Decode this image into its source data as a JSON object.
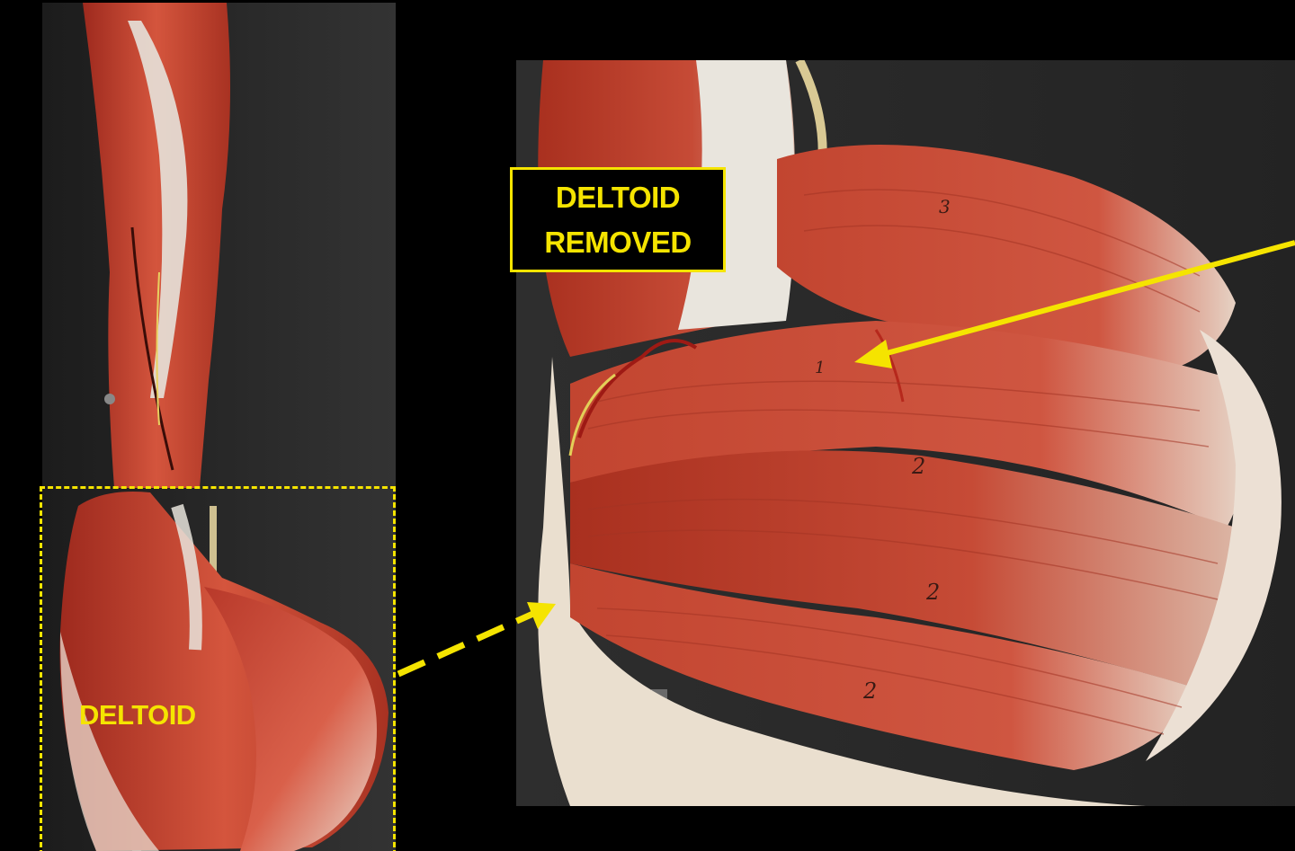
{
  "labels": {
    "deltoid_removed_line1": "DELTOID",
    "deltoid_removed_line2": "REMOVED",
    "deltoid": "DELTOID"
  },
  "colors": {
    "annotation_yellow": "#f5e400",
    "background": "#000000",
    "photo_background": "#2a2a2a",
    "muscle_red": "#c8402c",
    "tendon_white": "#e8e4dc"
  },
  "icons": {
    "pointer_arrow": "arrow-icon",
    "zoom_arrow": "dashed-arrow-icon"
  }
}
